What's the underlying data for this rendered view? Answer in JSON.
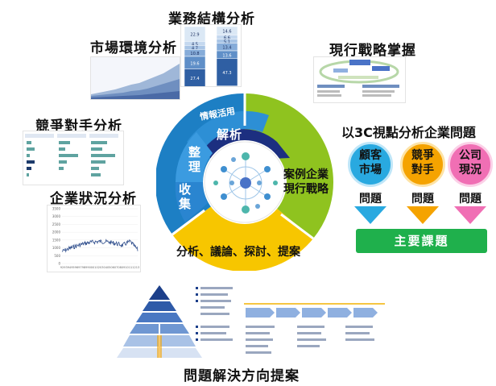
{
  "labels": {
    "market": "市場環境分析",
    "business": "業務結構分析",
    "current_strategy": "現行戰略掌握",
    "competitor": "競爭對手分析",
    "company_status": "企業狀況分析",
    "view3c": "以3C視點分析企業問題",
    "solution": "問題解決方向提案"
  },
  "wheel": {
    "info": "情報活用",
    "analysis": "解析",
    "organize": "整理",
    "collect": "收集",
    "case": [
      "案例企業",
      "現行戰略"
    ],
    "discuss": "分析、議論、探討、提案"
  },
  "threeC": [
    {
      "title": [
        "顧客",
        "市場"
      ],
      "sub": "問題",
      "color": "#29a9e0"
    },
    {
      "title": [
        "競爭",
        "對手"
      ],
      "sub": "問題",
      "color": "#f5a300"
    },
    {
      "title": [
        "公司",
        "現況"
      ],
      "sub": "問題",
      "color": "#f06fb4"
    }
  ],
  "main_issue": "主要課題",
  "business_table": {
    "left": [
      "22.9",
      "4.5",
      "4.7",
      "10.8",
      "19.6",
      "27.4"
    ],
    "right": [
      "14.6",
      "6.6",
      "5.1",
      "13.4",
      "13.6",
      "47.3"
    ]
  },
  "stock_chart": {
    "y_ticks": [
      "3500",
      "3000",
      "2500",
      "2000",
      "1500",
      "1000",
      "500",
      "0"
    ],
    "x_ticks": [
      "92",
      "93",
      "94",
      "95",
      "96",
      "97",
      "98",
      "99",
      "00",
      "01",
      "02",
      "03",
      "04",
      "05",
      "06",
      "07",
      "08",
      "09",
      "10",
      "11",
      "12",
      "13"
    ]
  },
  "colors": {
    "wheel_green": "#8fc31f",
    "wheel_yellow": "#f7c600",
    "wheel_blue": "#1d7fc4",
    "wheel_navy": "#1c2f80",
    "main_issue_green": "#1fb04c"
  }
}
